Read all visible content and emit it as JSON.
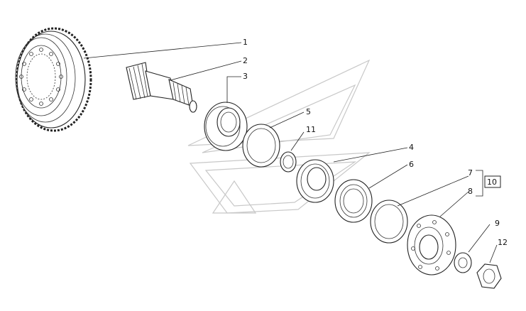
{
  "callouts": [
    {
      "id": "c1",
      "label": "1"
    },
    {
      "id": "c2",
      "label": "2"
    },
    {
      "id": "c3",
      "label": "3"
    },
    {
      "id": "c5",
      "label": "5"
    },
    {
      "id": "c11",
      "label": "11"
    },
    {
      "id": "c4",
      "label": "4"
    },
    {
      "id": "c6",
      "label": "6"
    },
    {
      "id": "c7",
      "label": "7"
    },
    {
      "id": "c8",
      "label": "8"
    },
    {
      "id": "c9",
      "label": "9"
    },
    {
      "id": "c12",
      "label": "12"
    }
  ],
  "group_label": "10",
  "colors": {
    "line": "#222222",
    "watermark": "#c8c8c8",
    "background": "#ffffff"
  }
}
